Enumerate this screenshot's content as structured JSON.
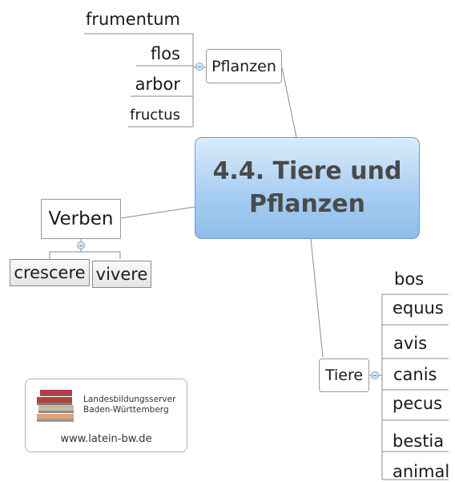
{
  "central": {
    "line1": "4.4. Tiere und",
    "line2": "Pflanzen"
  },
  "pflanzen": {
    "label": "Pflanzen",
    "items": [
      "frumentum",
      "flos",
      "arbor",
      "fructus"
    ]
  },
  "verben": {
    "label": "Verben",
    "items": [
      "crescere",
      "vivere"
    ]
  },
  "tiere": {
    "label": "Tiere",
    "items": [
      "bos",
      "equus",
      "avis",
      "canis",
      "pecus",
      "bestia",
      "animal"
    ]
  },
  "logo": {
    "line1": "Landesbildungsserver",
    "line2": "Baden-Württemberg",
    "url": "www.latein-bw.de",
    "icon": "stacked-books-icon"
  },
  "colors": {
    "central_fill": "#a9cef2",
    "central_border": "#6f9cc9",
    "connector": "#8a8a8a"
  }
}
